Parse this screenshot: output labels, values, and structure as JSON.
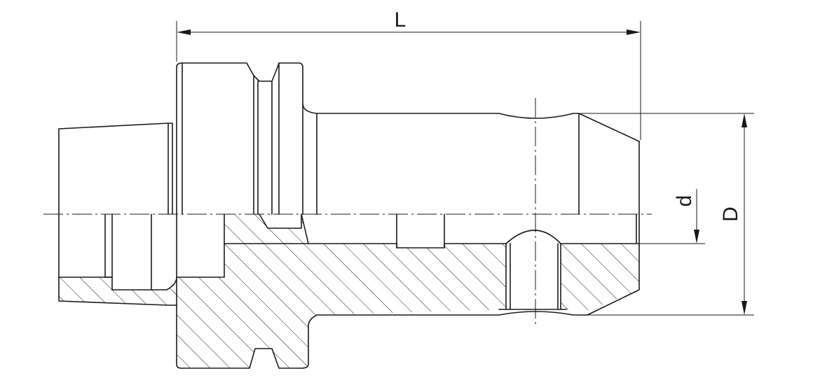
{
  "dimensions": {
    "length_label": "L",
    "outer_diameter_label": "D",
    "bore_diameter_label": "d"
  },
  "colors": {
    "line": "#1a1a1a",
    "background": "#ffffff"
  }
}
